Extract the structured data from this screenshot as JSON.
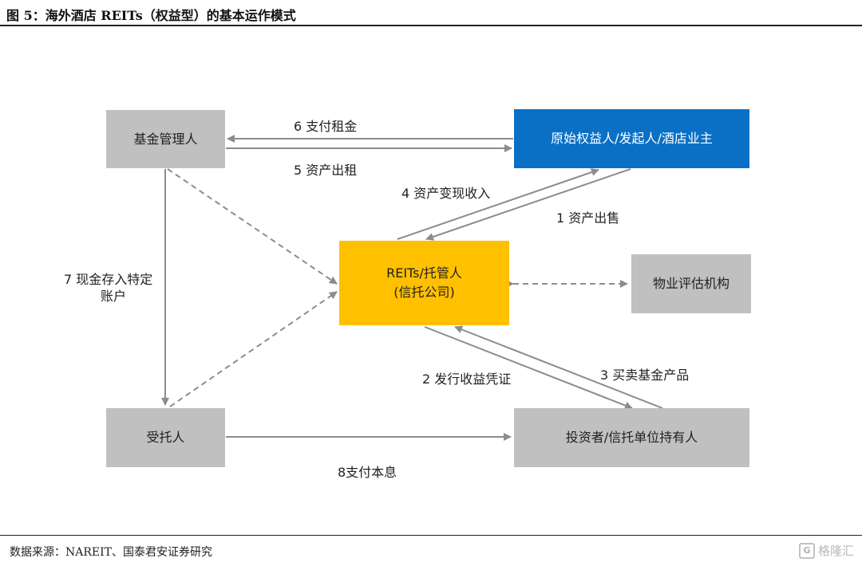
{
  "title": "图 5：海外酒店 REITs（权益型）的基本运作模式",
  "source": "数据来源：NAREIT、国泰君安证券研究",
  "watermark": "格隆汇",
  "nodes": {
    "fund_manager": "基金管理人",
    "originator": "原始权益人/发起人/酒店业主",
    "reits_line1": "REITs/托管人",
    "reits_line2": "(信托公司)",
    "appraiser": "物业评估机构",
    "trustee": "受托人",
    "investors": "投资者/信托单位持有人"
  },
  "edges": {
    "e6": "6 支付租金",
    "e5": "5 资产出租",
    "e4": "4 资产变现收入",
    "e1": "1 资产出售",
    "e7_line1": "7 现金存入特定",
    "e7_line2": "账户",
    "e2": "2 发行收益凭证",
    "e3": "3 买卖基金产品",
    "e8": "8支付本息"
  },
  "colors": {
    "box_grey": "#c0c0c0",
    "box_blue": "#0a70c6",
    "box_gold": "#ffc000",
    "arrow": "#8c8c8c"
  }
}
